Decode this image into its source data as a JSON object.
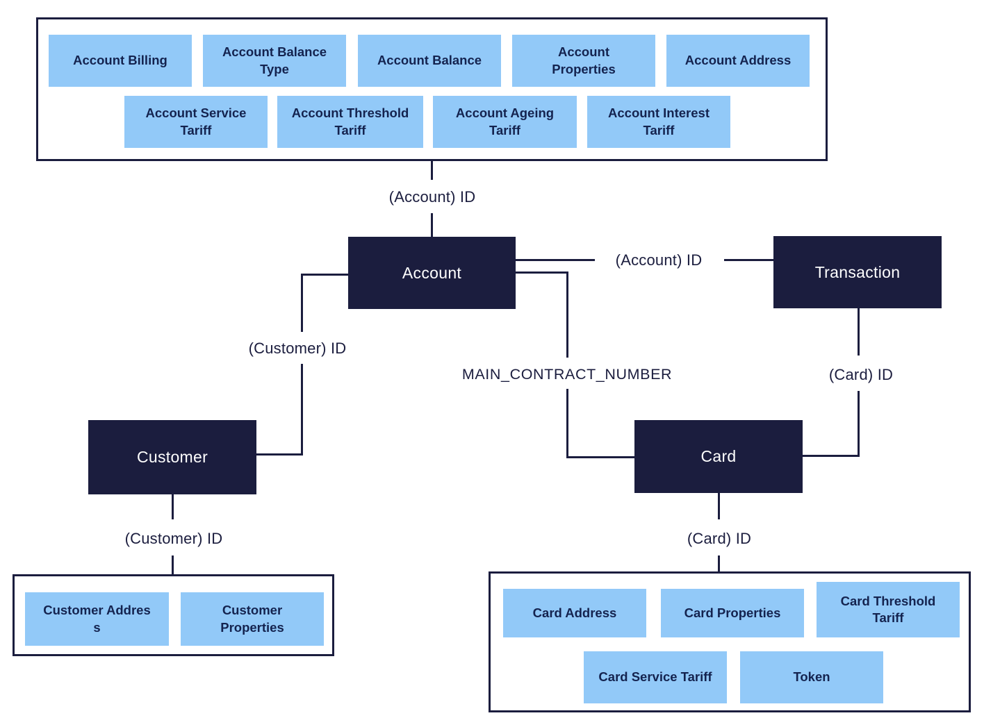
{
  "colors": {
    "navy": "#1b1d3e",
    "light_blue": "#92c9f8",
    "blue_box_text": "#14234f",
    "background": "#ffffff",
    "entity_text": "#ffffff"
  },
  "entities": {
    "account": "Account",
    "transaction": "Transaction",
    "customer": "Customer",
    "card": "Card"
  },
  "labels": {
    "account_id_top": "(Account) ID",
    "account_id_right": "(Account) ID",
    "customer_id_mid": "(Customer) ID",
    "customer_id_bottom": "(Customer) ID",
    "main_contract_number": "MAIN_CONTRACT_NUMBER",
    "card_id_right": "(Card) ID",
    "card_id_bottom": "(Card) ID"
  },
  "account_tables": {
    "row1": [
      "Account Billing",
      "Account Balance\nType",
      "Account Balance",
      "Account\nProperties",
      "Account Address"
    ],
    "row2": [
      "Account Service\nTariff",
      "Account Threshold\nTariff",
      "Account Ageing\nTariff",
      "Account Interest\nTariff"
    ]
  },
  "customer_tables": [
    "Customer Addres\ns",
    "Customer\nProperties"
  ],
  "card_tables": {
    "row1": [
      "Card Address",
      "Card Properties",
      "Card Threshold\nTariff"
    ],
    "row2": [
      "Card Service Tariff",
      "Token"
    ]
  }
}
